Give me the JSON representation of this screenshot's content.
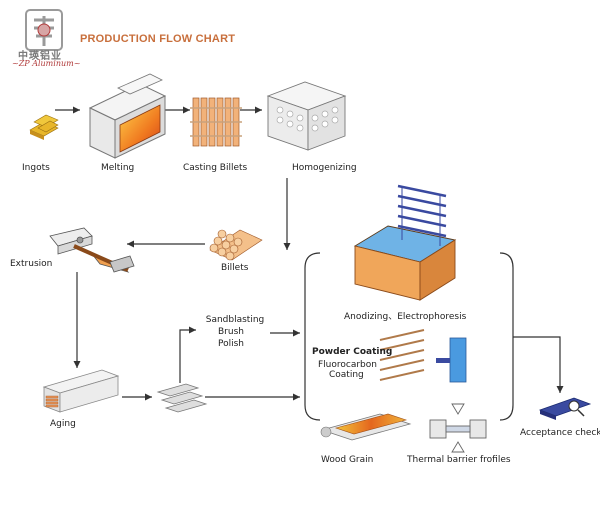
{
  "header": {
    "logo_chinese": "中瑛铝业",
    "logo_english": "~ZP Aluminum~",
    "title": "PRODUCTION FLOW CHART"
  },
  "steps": {
    "ingots": "Ingots",
    "melting": "Melting",
    "casting_billets": "Casting Billets",
    "homogenizing": "Homogenizing",
    "billets": "Billets",
    "extrusion": "Extrusion",
    "aging": "Aging",
    "sandblasting": "Sandblasting",
    "brush": "Brush",
    "polish": "Polish",
    "anodizing": "Anodizing、Electrophoresis",
    "powder_coating": "Powder Coating",
    "fluorocarbon_1": "Fluorocarbon",
    "fluorocarbon_2": "Coating",
    "wood_grain": "Wood Grain",
    "thermal_barrier": "Thermal barrier frofiles",
    "acceptance_check": "Acceptance check"
  },
  "colors": {
    "accent": "#c86f3c",
    "ingot_gold": "#e8b62a",
    "furnace_fire": "#f08a24",
    "billet_orange": "#f2b27a",
    "anodize_tank": "#f0a65a",
    "anodize_liquid": "#5fa8e0",
    "rack_blue": "#3a4aa0",
    "arrow": "#333333"
  }
}
